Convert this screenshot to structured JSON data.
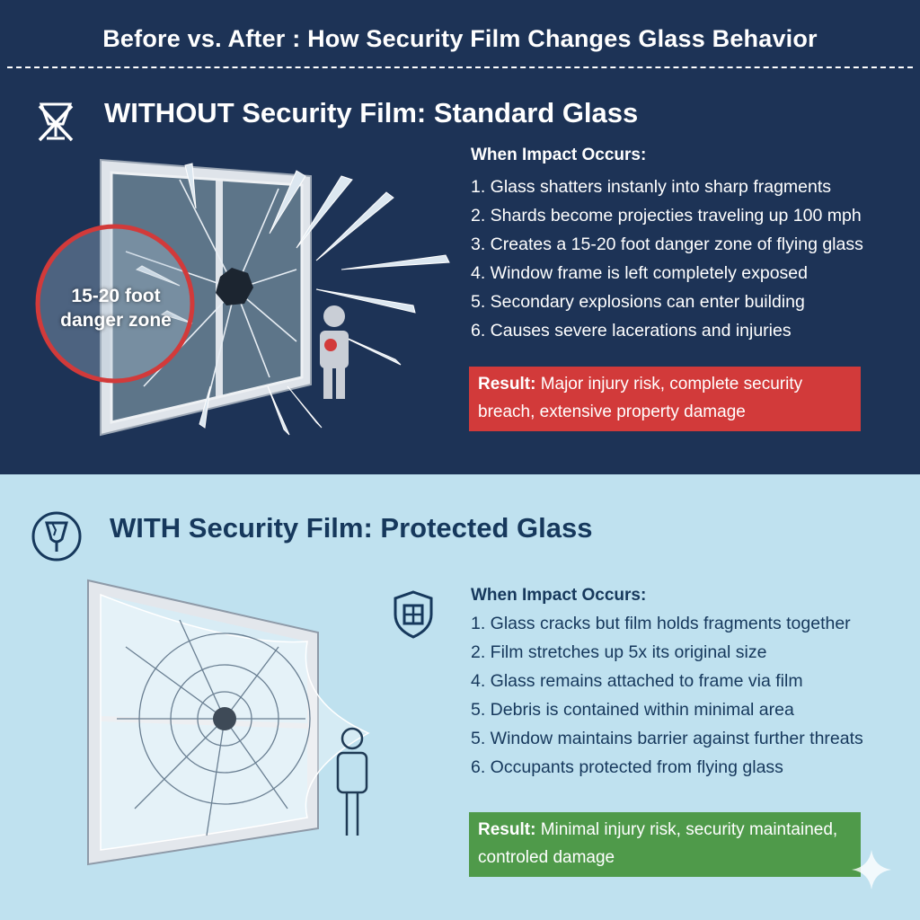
{
  "header": {
    "title": "Before vs. After : How Security Film Changes Glass Behavior"
  },
  "without": {
    "heading": "WITHOUT Security Film: Standard Glass",
    "icon": "broken-glass-icon",
    "danger_zone_line1": "15-20 foot",
    "danger_zone_line2": "danger zone",
    "list_title": "When Impact Occurs:",
    "items": [
      "1. Glass shatters instanly into sharp fragments",
      "2. Shards become projecties traveling up 100 mph",
      "3. Creates a 15-20 foot danger zone of flying glass",
      "4. Window frame is left completely exposed",
      "5. Secondary explosions can enter building",
      "6. Causes severe lacerations and injuries"
    ],
    "result_label": "Result:",
    "result_text": "Major injury risk, complete security breach, extensive property damage"
  },
  "with": {
    "heading": "WITH Security Film: Protected Glass",
    "icon": "glass-shield-icon",
    "list_icon": "shield-window-icon",
    "list_title": "When Impact Occurs:",
    "items": [
      "1. Glass cracks but film holds fragments together",
      "2. Film stretches up 5x its original size",
      "4. Glass remains attached to frame via film",
      "5. Debris is contained within minimal area",
      "5. Window maintains barrier against further threats",
      "6. Occupants protected from flying glass"
    ],
    "result_label": "Result:",
    "result_text": "Minimal injury risk, security maintained, controled damage"
  },
  "colors": {
    "top_bg": "#1d3356",
    "bottom_bg": "#bfe1ef",
    "danger_red": "#d23a3a",
    "safe_green": "#4f9a4a",
    "dark_text": "#16385c"
  }
}
